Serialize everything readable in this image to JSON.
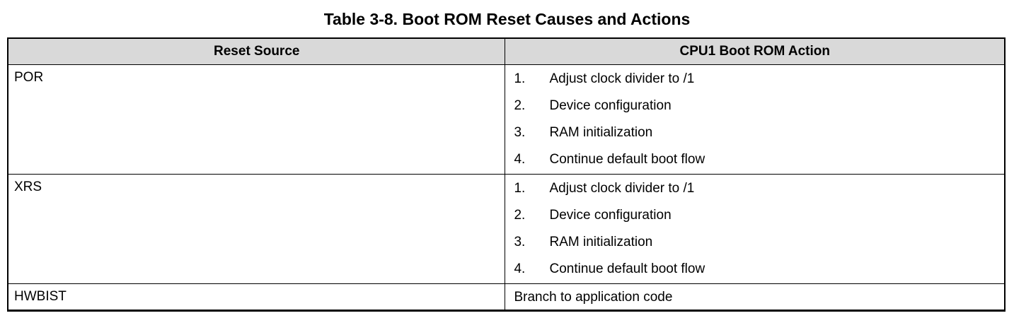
{
  "title": "Table 3-8. Boot ROM Reset Causes and Actions",
  "table": {
    "columns": [
      "Reset Source",
      "CPU1 Boot ROM Action"
    ],
    "rows": [
      {
        "source": "POR",
        "numbered": true,
        "actions": [
          "Adjust clock divider to /1",
          "Device configuration",
          "RAM initialization",
          "Continue default boot flow"
        ]
      },
      {
        "source": "XRS",
        "numbered": true,
        "actions": [
          "Adjust clock divider to /1",
          "Device configuration",
          "RAM initialization",
          "Continue default boot flow"
        ]
      },
      {
        "source": "HWBIST",
        "numbered": false,
        "actions": [
          "Branch to application code"
        ]
      }
    ]
  },
  "colors": {
    "header_bg": "#d9d9d9",
    "border": "#000000",
    "text": "#000000",
    "background": "#ffffff"
  }
}
